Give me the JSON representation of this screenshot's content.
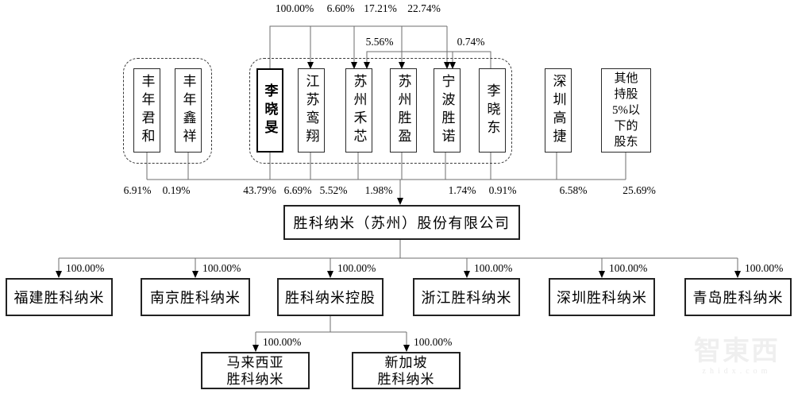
{
  "company": {
    "name": "胜科纳米（苏州）股份有限公司"
  },
  "shareholders": [
    {
      "name": "丰年君和",
      "pct": "6.91%"
    },
    {
      "name": "丰年鑫祥",
      "pct": "0.19%"
    },
    {
      "name": "李晓旻",
      "pct": "43.79%"
    },
    {
      "name": "江苏鸾翔",
      "pct": "6.69%"
    },
    {
      "name": "苏州禾芯",
      "pct": "5.52%"
    },
    {
      "name": "苏州胜盈",
      "pct": "1.98%"
    },
    {
      "name": "宁波胜诺",
      "pct": "1.74%"
    },
    {
      "name": "李晓东",
      "pct": "0.91%"
    },
    {
      "name": "深圳高捷",
      "pct": "6.58%"
    },
    {
      "name": "其他持股5%以下的股东",
      "pct": "25.69%",
      "lines": [
        "其他",
        "持股",
        "5%以",
        "下的",
        "股东"
      ]
    }
  ],
  "ownership_top": [
    {
      "owner": "李晓旻",
      "target": "江苏鸾翔",
      "pct": "100.00%"
    },
    {
      "owner": "李晓旻",
      "target": "苏州禾芯",
      "pct": "6.60%"
    },
    {
      "owner": "李晓旻",
      "target": "苏州胜盈",
      "pct": "17.21%"
    },
    {
      "owner": "李晓旻",
      "target": "宁波胜诺",
      "pct": "22.74%"
    },
    {
      "owner": "李晓东",
      "target": "苏州禾芯",
      "pct": "5.56%"
    },
    {
      "owner": "李晓东",
      "target": "宁波胜诺",
      "pct": "0.74%"
    }
  ],
  "subsidiaries": [
    {
      "name": "福建胜科纳米",
      "pct": "100.00%"
    },
    {
      "name": "南京胜科纳米",
      "pct": "100.00%"
    },
    {
      "name": "胜科纳米控股",
      "pct": "100.00%"
    },
    {
      "name": "浙江胜科纳米",
      "pct": "100.00%"
    },
    {
      "name": "深圳胜科纳米",
      "pct": "100.00%"
    },
    {
      "name": "青岛胜科纳米",
      "pct": "100.00%"
    }
  ],
  "overseas": [
    {
      "name": "马来西亚胜科纳米",
      "lines": [
        "马来西亚",
        "胜科纳米"
      ],
      "pct": "100.00%"
    },
    {
      "name": "新加坡胜科纳米",
      "lines": [
        "新加坡",
        "胜科纳米"
      ],
      "pct": "100.00%"
    }
  ],
  "watermark": {
    "brand": "智東西",
    "domain": "zhidx.com"
  }
}
